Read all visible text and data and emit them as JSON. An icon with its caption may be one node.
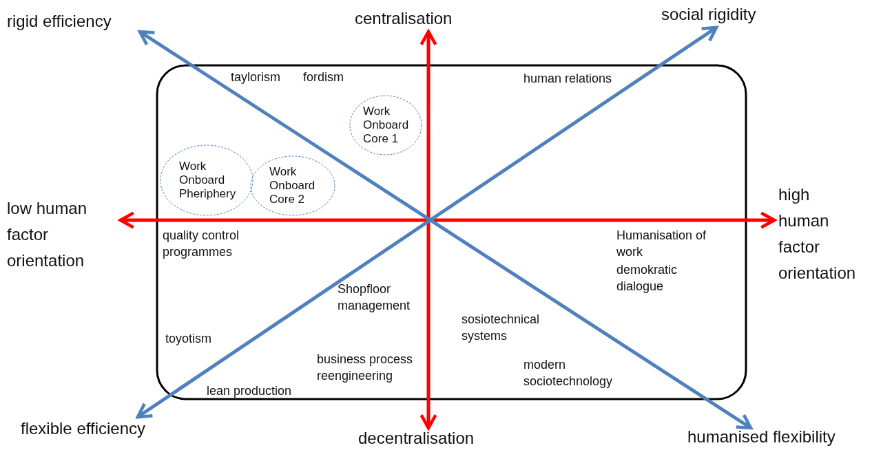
{
  "diagram": {
    "nodes": [
      {
        "text": [
          "rigid efficiency"
        ]
      },
      {
        "text": [
          "centralisation"
        ]
      },
      {
        "text": [
          "social rigidity"
        ]
      },
      {
        "text": [
          "Work Onboard Pheriphery"
        ]
      },
      {
        "text": [
          "Work Onboard Core 2"
        ]
      },
      {
        "text": [
          "Work Onboard Core 1"
        ]
      },
      {
        "text": [
          "low human factor orientation"
        ]
      },
      {
        "text": [
          "high human factor orientation"
        ]
      },
      {
        "text": [
          "flexible efficiency"
        ]
      },
      {
        "text": [
          "decentralisation"
        ]
      },
      {
        "text": [
          "humanised flexibility"
        ]
      }
    ],
    "edges": [
      {
        "from": 6,
        "to": 7,
        "arrow": "both",
        "color": "#ff0000"
      },
      {
        "from": 1,
        "to": 9,
        "arrow": "both",
        "color": "#ff0000"
      },
      {
        "from": 0,
        "to": 10,
        "arrow": "both",
        "color": "#4f81bd"
      },
      {
        "from": 8,
        "to": 2,
        "arrow": "both",
        "color": "#4f81bd"
      }
    ],
    "labels": [
      "taylorism",
      "fordism",
      "human relations",
      "Humanisation of work",
      "demokratic dialogue",
      "quality control programmes",
      "Shopfloor management",
      "sosiotechnical systems",
      "toyotism",
      "business process reengineering",
      "lean production",
      "modern sociotechnology"
    ]
  }
}
